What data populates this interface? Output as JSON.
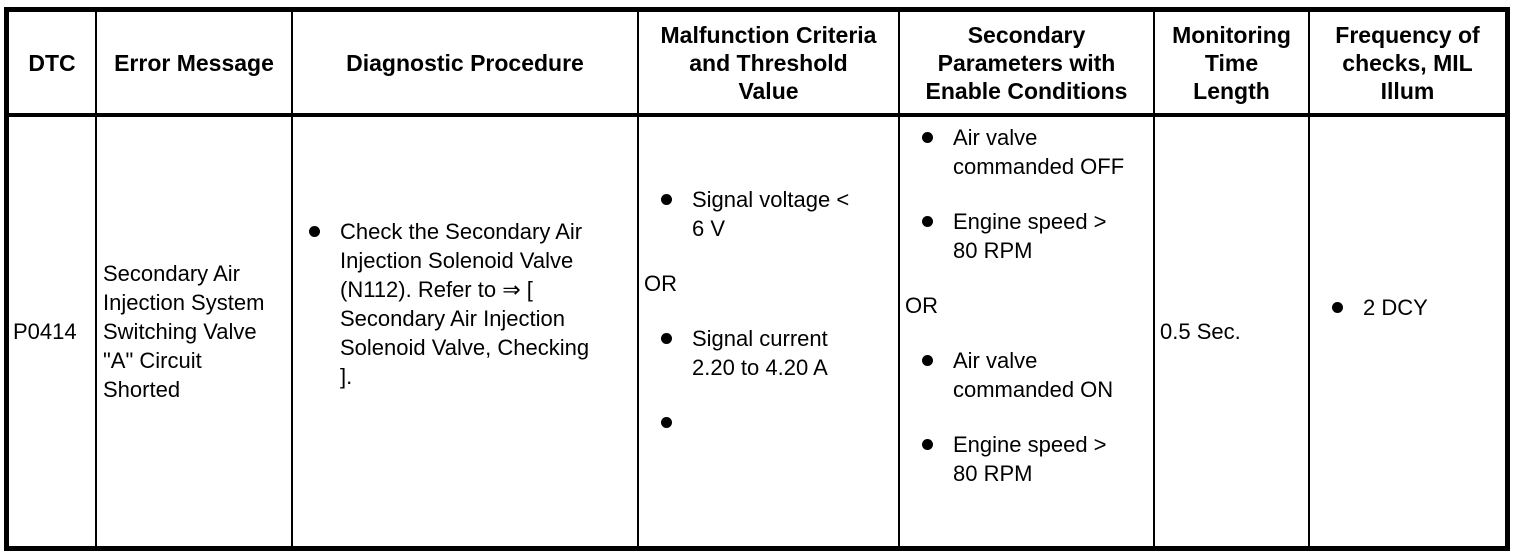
{
  "table": {
    "colors": {
      "border": "#000000",
      "text": "#000000",
      "background": "#ffffff"
    },
    "header": {
      "dtc": "DTC",
      "error_message": "Error Message",
      "diagnostic_procedure": "Diagnostic Procedure",
      "malfunction_criteria": "Malfunction Criteria\nand Threshold\nValue",
      "secondary_parameters": "Secondary\nParameters with\nEnable Conditions",
      "monitoring_time": "Monitoring\nTime\nLength",
      "frequency": "Frequency of\nchecks, MIL\nIllum"
    },
    "row": {
      "dtc": "P0414",
      "error_message": "Secondary Air\nInjection System\nSwitching Valve\n\"A\" Circuit\nShorted",
      "diagnostic_procedure": {
        "bullet_1": "Check the Secondary Air\nInjection Solenoid Valve\n(N112). Refer to ⇒ [\nSecondary Air Injection\nSolenoid Valve, Checking\n]."
      },
      "malfunction_criteria": {
        "bullet_1": "Signal voltage <\n6 V",
        "or_label": "OR",
        "bullet_2": "Signal current\n2.20 to 4.20 A",
        "bullet_3": ""
      },
      "secondary_parameters": {
        "bullet_1": "Air valve\ncommanded OFF",
        "bullet_2": "Engine speed >\n80 RPM",
        "or_label": "OR",
        "bullet_3": "Air valve\ncommanded ON",
        "bullet_4": "Engine speed >\n80 RPM"
      },
      "monitoring_time": "0.5 Sec.",
      "frequency": {
        "bullet_1": "2 DCY"
      }
    }
  }
}
